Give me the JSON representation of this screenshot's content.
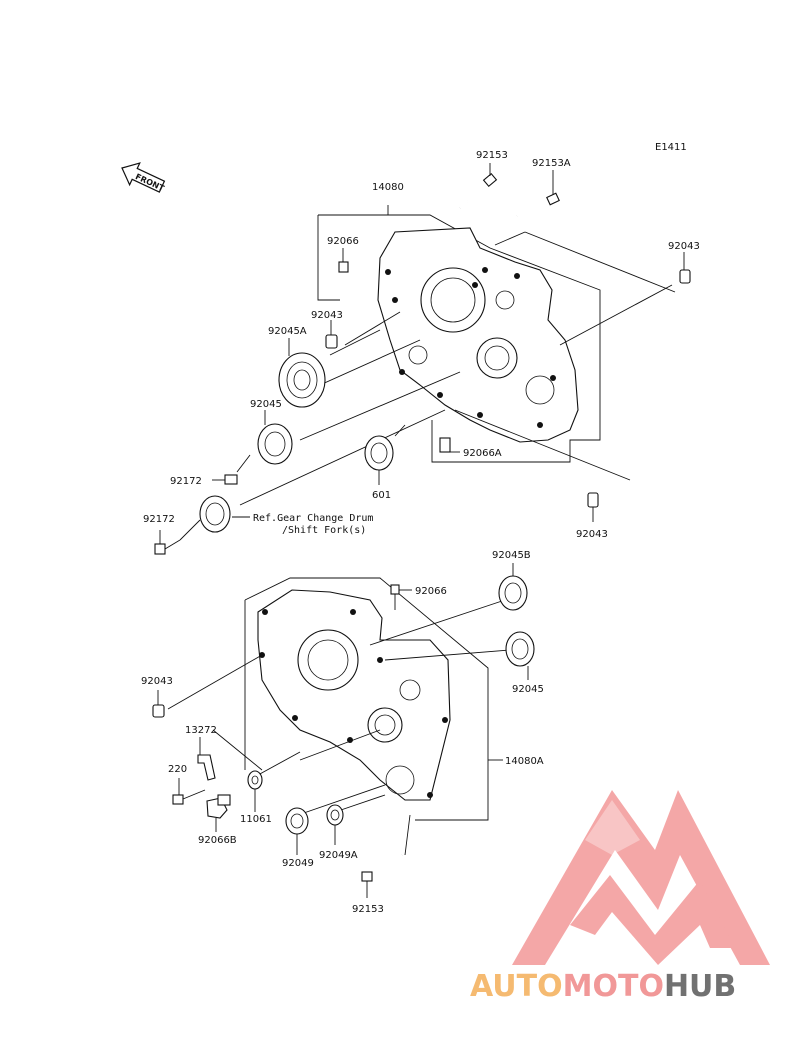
{
  "diagram_code": "E1411",
  "front_label": "FRONT",
  "labels": {
    "p92153_top": "92153",
    "p92153A": "92153A",
    "p14080": "14080",
    "p92066_top": "92066",
    "p92043_top_right": "92043",
    "p92043_mid": "92043",
    "p92045A": "92045A",
    "p92045_top": "92045",
    "p92172_a": "92172",
    "p601": "601",
    "p92066A": "92066A",
    "p92172_b": "92172",
    "p92043_lower_right": "92043",
    "p92045B": "92045B",
    "p92066_bottom": "92066",
    "p92045_bottom": "92045",
    "p92043_left": "92043",
    "p13272": "13272",
    "p220": "220",
    "p11061": "11061",
    "p14080A": "14080A",
    "p92066B": "92066B",
    "p92049": "92049",
    "p92049A": "92049A",
    "p92153_bottom": "92153"
  },
  "reference_note": {
    "line1": "Ref.Gear Change Drum",
    "line2": "/Shift Fork(s)"
  },
  "watermark": {
    "part1": "AUTO",
    "part2": "MOTO",
    "part3": "HUB",
    "colors": {
      "triangle": "#f4a0a0",
      "auto": "#f5b566",
      "moto": "#f09090",
      "hub": "#666666"
    }
  }
}
